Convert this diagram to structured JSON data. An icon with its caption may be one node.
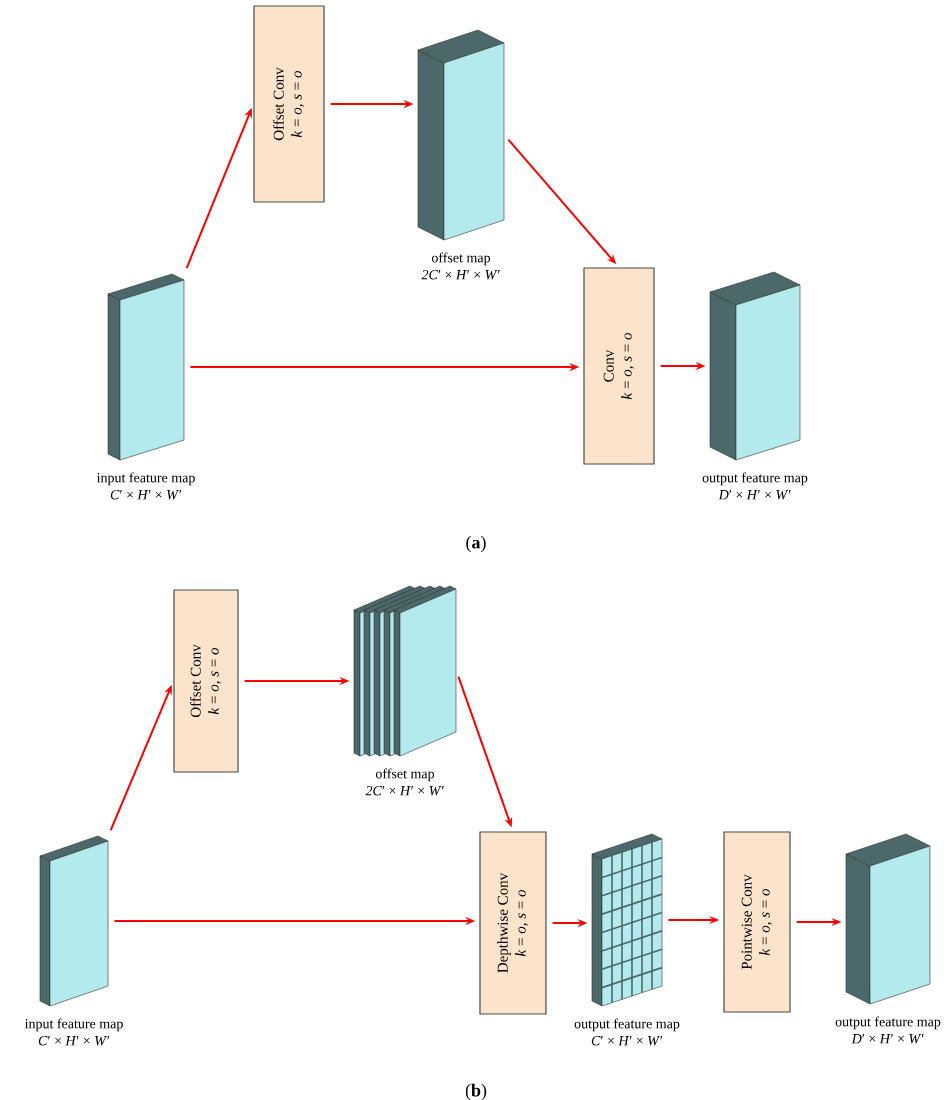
{
  "diagram": {
    "nodes": [
      {
        "text": [
          "Offset Conv",
          "*k* = *o*, *s* = *o*"
        ]
      },
      {
        "text": [],
        "shape": "box",
        "beside": [
          "offset map",
          "*2C*′ × *H*′ × *W*′"
        ]
      },
      {
        "text": [],
        "shape": "box",
        "beside": [
          "input feature map",
          "*C*′ × *H*′ × *W*′"
        ]
      },
      {
        "text": [
          "Conv",
          "*k* = *o*, *s* = *o*"
        ]
      },
      {
        "text": [],
        "shape": "box",
        "beside": [
          "output feature map",
          "*D*′ × *H*′ × *W*′"
        ]
      },
      {
        "text": [
          "Offset Conv",
          "*k* = *o*, *s* = *o*"
        ]
      },
      {
        "text": [],
        "shape": "box",
        "beside": [
          "offset map",
          "*2C*′ × *H*′ × *W*′"
        ]
      },
      {
        "text": [],
        "shape": "box",
        "beside": [
          "input feature map",
          "*C*′ × *H*′ × *W*′"
        ]
      },
      {
        "text": [
          "Depthwise Conv",
          "*k* = *o*, *s* = *o*"
        ]
      },
      {
        "text": [],
        "shape": "box",
        "beside": [
          "output feature map",
          "*C*′ × *H*′ × *W*′"
        ]
      },
      {
        "text": [
          "Pointwise Conv",
          "*k* = *o*, *s* = *o*"
        ]
      },
      {
        "text": [],
        "shape": "box",
        "beside": [
          "output feature map",
          "*D*′ × *H*′ × *W*′"
        ]
      }
    ],
    "edges": [
      {
        "from": 2,
        "to": 0,
        "arrow": "to"
      },
      {
        "from": 0,
        "to": 1,
        "arrow": "to"
      },
      {
        "from": 1,
        "to": 3,
        "arrow": "to"
      },
      {
        "from": 2,
        "to": 3,
        "arrow": "to"
      },
      {
        "from": 3,
        "to": 4,
        "arrow": "to"
      },
      {
        "from": 7,
        "to": 5,
        "arrow": "to"
      },
      {
        "from": 5,
        "to": 6,
        "arrow": "to"
      },
      {
        "from": 6,
        "to": 8,
        "arrow": "to"
      },
      {
        "from": 7,
        "to": 8,
        "arrow": "to"
      },
      {
        "from": 8,
        "to": 9,
        "arrow": "to"
      },
      {
        "from": 9,
        "to": 10,
        "arrow": "to"
      },
      {
        "from": 10,
        "to": 11,
        "arrow": "to"
      }
    ],
    "labels": [
      "(**a**)",
      "(**b**)"
    ]
  }
}
